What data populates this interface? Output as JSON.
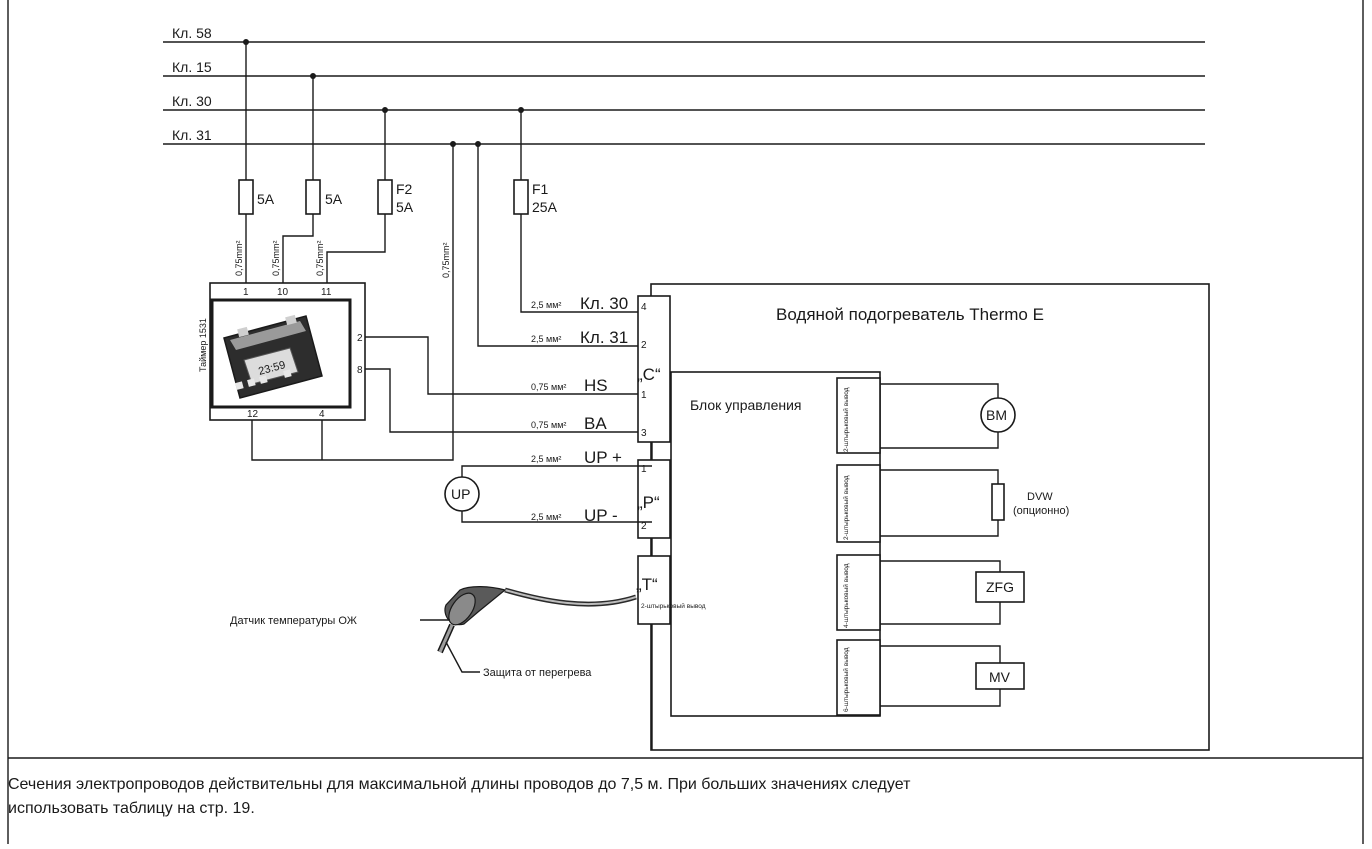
{
  "buses": {
    "kl58": "Кл. 58",
    "kl15": "Кл. 15",
    "kl30": "Кл. 30",
    "kl31": "Кл. 31"
  },
  "fuses": {
    "f_a": "5A",
    "f_b": "5A",
    "f2_name": "F2",
    "f2_rating": "5A",
    "f1_name": "F1",
    "f1_rating": "25A"
  },
  "wire_sections": {
    "timer_1": "0,75mm²",
    "timer_10": "0,75mm²",
    "timer_11": "0,75mm²",
    "kl31_sensor": "0,75mm²",
    "kl30": "2,5 мм²",
    "kl31": "2,5 мм²",
    "hs": "0,75 мм²",
    "ba": "0,75 мм²",
    "up_plus": "2,5 мм²",
    "up_minus": "2,5 мм²"
  },
  "timer": {
    "title": "Таймер 1531",
    "display": "23:59",
    "pins": {
      "p1": "1",
      "p10": "10",
      "p11": "11",
      "p2": "2",
      "p8": "8",
      "p12": "12",
      "p4": "4"
    }
  },
  "connector_c": {
    "name": "„C“",
    "pins": {
      "p4": "4",
      "p2": "2",
      "p1": "1",
      "p3": "3"
    },
    "signals": {
      "kl30": "Кл. 30",
      "kl31": "Кл. 31",
      "hs": "HS",
      "ba": "BA"
    }
  },
  "connector_p": {
    "name": "„P“",
    "pins": {
      "p1": "1",
      "p2": "2"
    },
    "signals": {
      "up_plus": "UP +",
      "up_minus": "UP -"
    }
  },
  "connector_t": {
    "name": "„T“",
    "pin_note": "2-штырьковый вывод"
  },
  "heater": {
    "title": "Водяной подогреватель Thermo E",
    "control_unit": "Блок управления"
  },
  "plugs": {
    "bm": "2-штырьковый вывод",
    "dvw": "2-штырьковый вывод",
    "zfg": "4-штырьковый вывод",
    "mv": "6-штырьковый вывод"
  },
  "components": {
    "bm": "BM",
    "dvw": "DVW",
    "dvw_note": "(опционно)",
    "zfg": "ZFG",
    "mv": "MV",
    "up": "UP"
  },
  "sensor": {
    "temperature": "Датчик температуры ОЖ",
    "overheat": "Защита от перегрева"
  },
  "note": {
    "line1": "Сечения электропроводов действительны для максимальной длины проводов до 7,5 м. При больших значениях следует",
    "line2": "использовать таблицу на стр. 19."
  }
}
